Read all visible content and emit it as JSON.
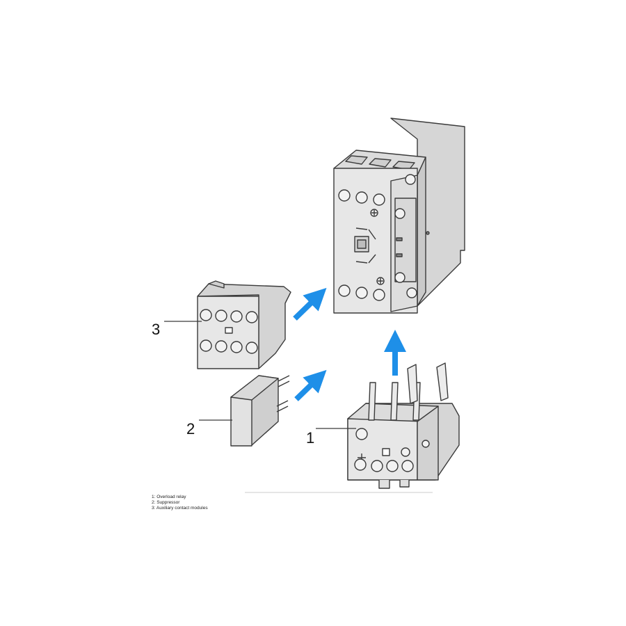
{
  "callouts": {
    "overload_relay": "1",
    "suppressor": "2",
    "aux_contacts": "3"
  },
  "legend": [
    "1: Overload relay",
    "2: Suppressor",
    "3: Auxiliary contact modules"
  ],
  "colors": {
    "arrow": "#1e8fe8",
    "body": "#e7e7e7",
    "body_shade": "#d2d2d2",
    "outline": "#3a3a3a"
  }
}
